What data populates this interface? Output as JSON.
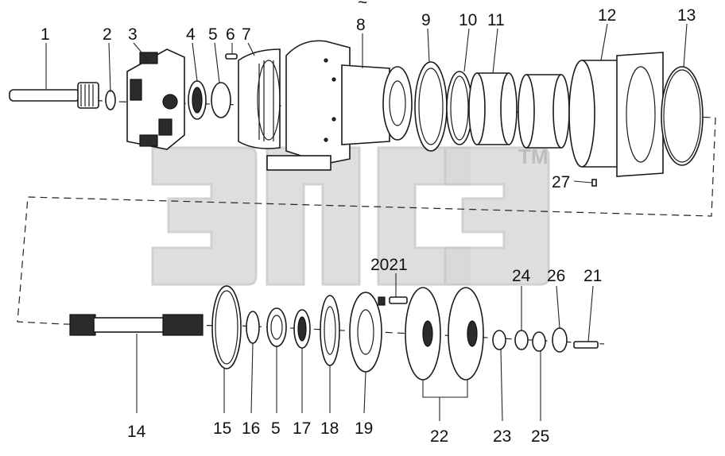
{
  "top_mark": "~",
  "watermark": {
    "label": "ЭПСЭ",
    "trademark": "TM"
  },
  "callouts": [
    {
      "id": "c1",
      "label": "1"
    },
    {
      "id": "c2",
      "label": "2"
    },
    {
      "id": "c3",
      "label": "3"
    },
    {
      "id": "c4",
      "label": "4"
    },
    {
      "id": "c5a",
      "label": "5"
    },
    {
      "id": "c6",
      "label": "6"
    },
    {
      "id": "c7",
      "label": "7"
    },
    {
      "id": "c8",
      "label": "8"
    },
    {
      "id": "c9",
      "label": "9"
    },
    {
      "id": "c10",
      "label": "10"
    },
    {
      "id": "c11",
      "label": "11"
    },
    {
      "id": "c12",
      "label": "12"
    },
    {
      "id": "c13",
      "label": "13"
    },
    {
      "id": "c27",
      "label": "27"
    },
    {
      "id": "c2021",
      "label": "2021"
    },
    {
      "id": "c24",
      "label": "24"
    },
    {
      "id": "c26",
      "label": "26"
    },
    {
      "id": "c21",
      "label": "21"
    },
    {
      "id": "c14",
      "label": "14"
    },
    {
      "id": "c15",
      "label": "15"
    },
    {
      "id": "c16",
      "label": "16"
    },
    {
      "id": "c5b",
      "label": "5"
    },
    {
      "id": "c17",
      "label": "17"
    },
    {
      "id": "c18",
      "label": "18"
    },
    {
      "id": "c19",
      "label": "19"
    },
    {
      "id": "c22",
      "label": "22"
    },
    {
      "id": "c23",
      "label": "23"
    },
    {
      "id": "c25",
      "label": "25"
    }
  ]
}
